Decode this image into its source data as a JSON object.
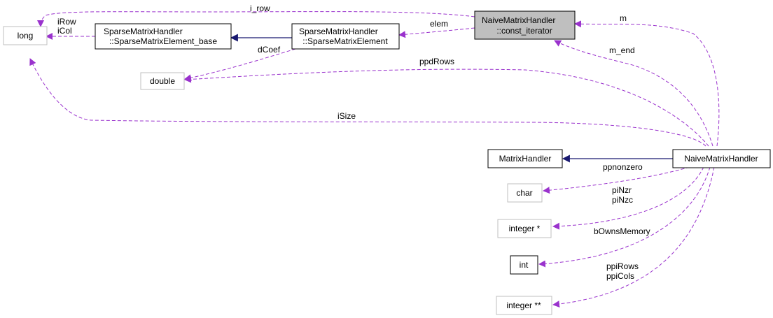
{
  "colors": {
    "usage_edge": "#9a32cd",
    "inheritance_edge": "#191970",
    "focus_node_fill": "#bfbfbf",
    "external_type_border": "#bfbfbf"
  },
  "nodes": {
    "long": "long",
    "smeb": {
      "line1": "SparseMatrixHandler",
      "line2": "::SparseMatrixElement_base"
    },
    "sme": {
      "line1": "SparseMatrixHandler",
      "line2": "::SparseMatrixElement"
    },
    "citer": {
      "line1": "NaiveMatrixHandler",
      "line2": "::const_iterator"
    },
    "double": "double",
    "matrixhandler": "MatrixHandler",
    "naive": "NaiveMatrixHandler",
    "char": "char",
    "intptr": "integer *",
    "int": "int",
    "intpp": "integer **"
  },
  "edges": {
    "i_row": "i_row",
    "irow": "iRow",
    "icol": "iCol",
    "elem": "elem",
    "dcoef": "dCoef",
    "m": "m",
    "m_end": "m_end",
    "ppdrows": "ppdRows",
    "isize": "iSize",
    "ppnonzero": "ppnonzero",
    "pinzr": "piNzr",
    "pinzc": "piNzc",
    "bownsmemory": "bOwnsMemory",
    "ppirows": "ppiRows",
    "ppicols": "ppiCols"
  }
}
